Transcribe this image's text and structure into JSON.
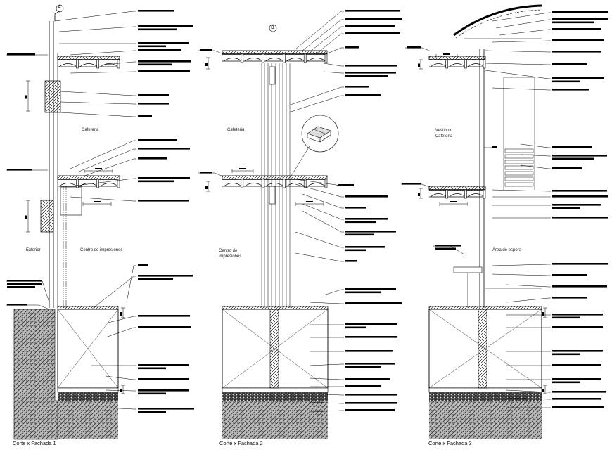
{
  "sections": [
    {
      "title": "Corte x Fachada 1",
      "marker": "A",
      "spaces": [
        "Cafeteria",
        "Exterior",
        "Centro de impresiones"
      ]
    },
    {
      "title": "Corte x Fachada 2",
      "marker": "B",
      "spaces": [
        "Cafeteria",
        "Centro de impresiones"
      ]
    },
    {
      "title": "Corte x Fachada 3",
      "marker": "",
      "spaces": [
        "Vestibulo Cafeteria",
        "Área de espera"
      ]
    }
  ],
  "colors": {
    "line": "#000000",
    "fill_soil": "#555555",
    "background": "#ffffff"
  }
}
